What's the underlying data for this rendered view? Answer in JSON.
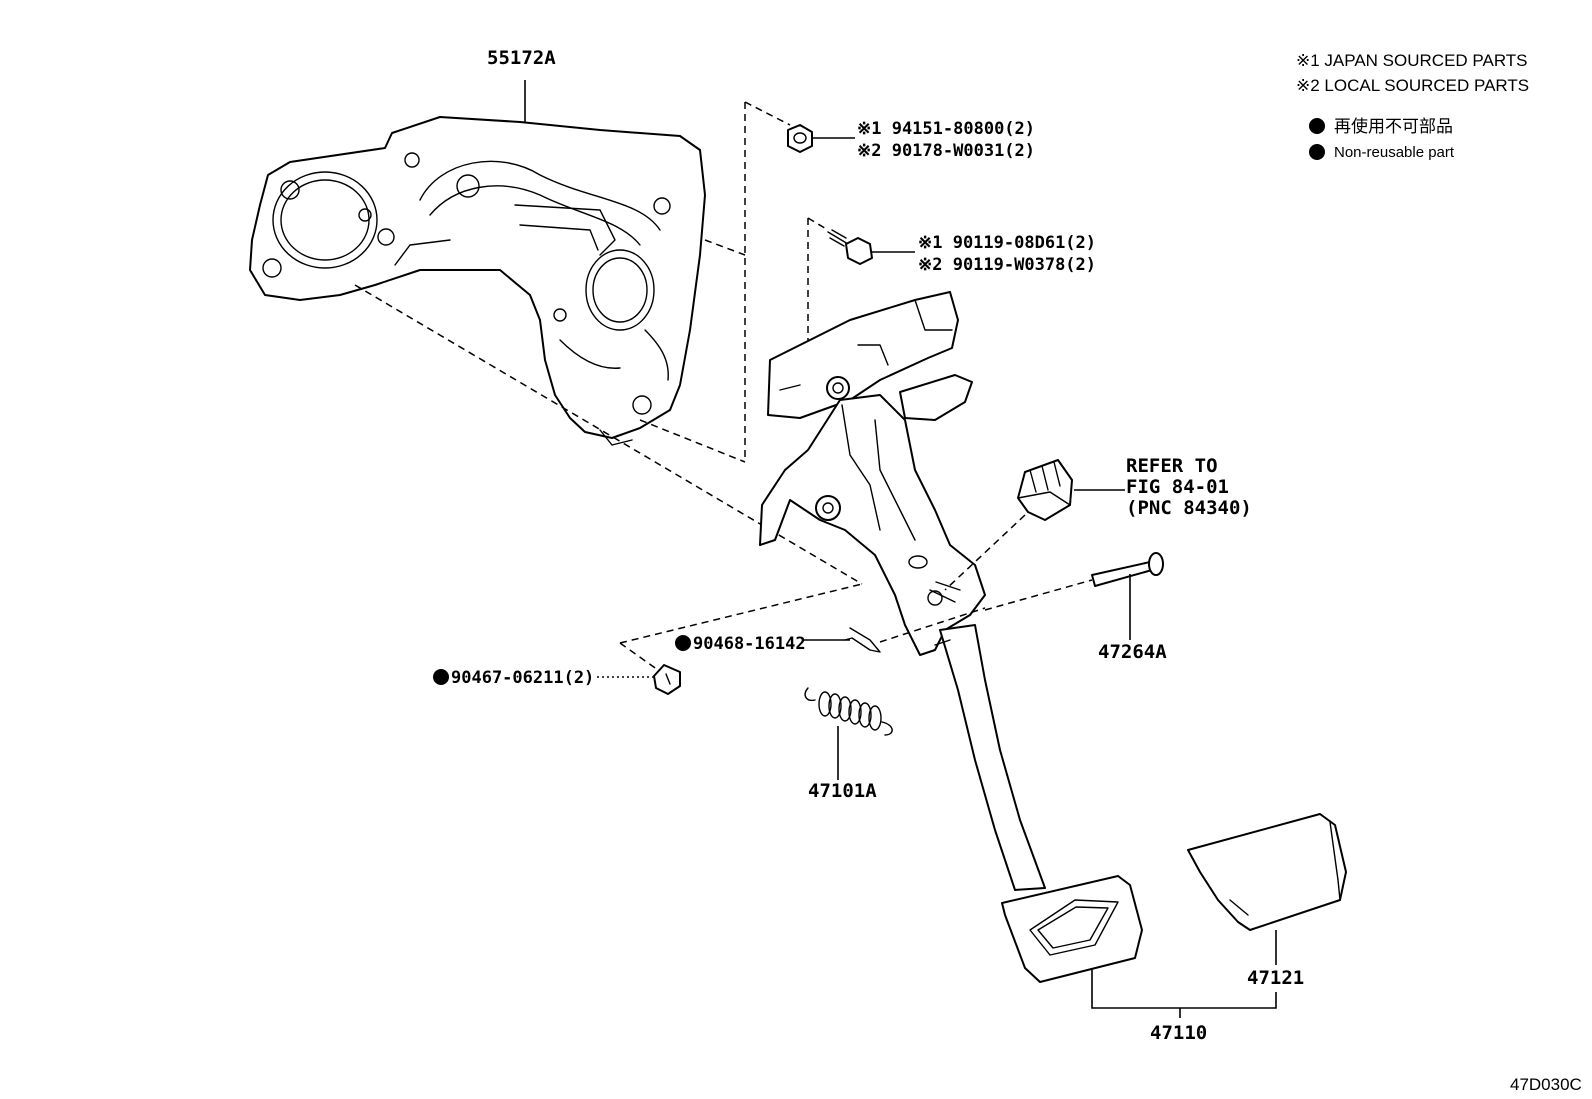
{
  "legend": {
    "note1": "※1 JAPAN SOURCED PARTS",
    "note2": "※2 LOCAL SOURCED PARTS",
    "nonreusable_jp": "再使用不可部品",
    "nonreusable_en": "Non-reusable part"
  },
  "labels": {
    "bracket": "55172A",
    "nut_1": "※1 94151-80800(2)",
    "nut_2": "※2 90178-W0031(2)",
    "bolt_1": "※1 90119-08D61(2)",
    "bolt_2": "※2 90119-W0378(2)",
    "refer_line1": "REFER TO",
    "refer_line2": "FIG 84-01",
    "refer_line3": "(PNC 84340)",
    "pin": "47264A",
    "clip": "90468-16142",
    "bushing": "90467-06211(2)",
    "spring": "47101A",
    "pad": "47121",
    "pedal_assy": "47110",
    "figure_code": "47D030C"
  },
  "icons": {
    "nonreusable_marker": "filled-circle-icon"
  }
}
